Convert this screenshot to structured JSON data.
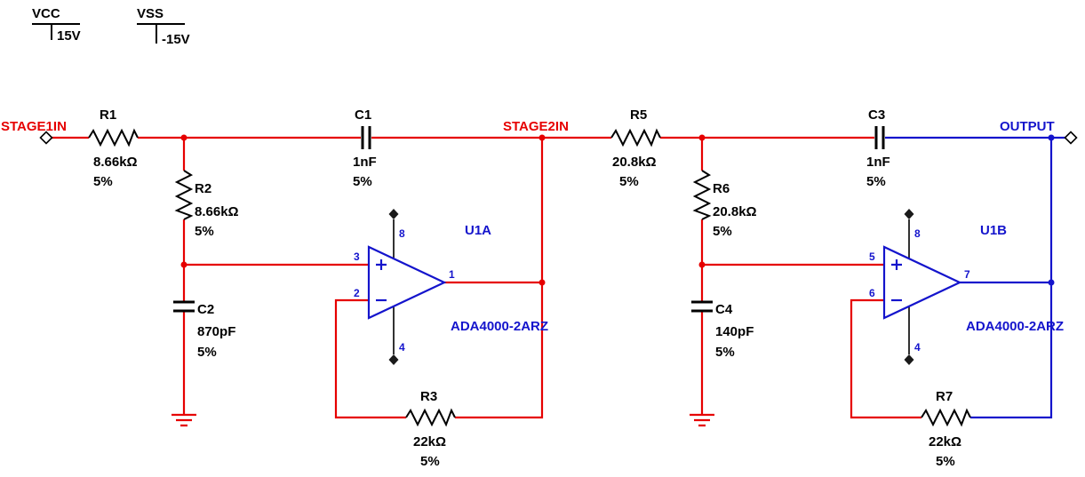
{
  "colors": {
    "wire_red": "#e60000",
    "wire_blue": "#1414cc",
    "symbol_black": "#000000"
  },
  "power_rails": {
    "vcc": {
      "label": "VCC",
      "voltage": "15V"
    },
    "vss": {
      "label": "VSS",
      "voltage": "-15V"
    }
  },
  "nets": {
    "stage1_in": "STAGE1IN",
    "stage2_in": "STAGE2IN",
    "output": "OUTPUT"
  },
  "components": {
    "R1": {
      "ref": "R1",
      "value": "8.66kΩ",
      "tolerance": "5%"
    },
    "R2": {
      "ref": "R2",
      "value": "8.66kΩ",
      "tolerance": "5%"
    },
    "R3": {
      "ref": "R3",
      "value": "22kΩ",
      "tolerance": "5%"
    },
    "R5": {
      "ref": "R5",
      "value": "20.8kΩ",
      "tolerance": "5%"
    },
    "R6": {
      "ref": "R6",
      "value": "20.8kΩ",
      "tolerance": "5%"
    },
    "R7": {
      "ref": "R7",
      "value": "22kΩ",
      "tolerance": "5%"
    },
    "C1": {
      "ref": "C1",
      "value": "1nF",
      "tolerance": "5%"
    },
    "C2": {
      "ref": "C2",
      "value": "870pF",
      "tolerance": "5%"
    },
    "C3": {
      "ref": "C3",
      "value": "1nF",
      "tolerance": "5%"
    },
    "C4": {
      "ref": "C4",
      "value": "140pF",
      "tolerance": "5%"
    },
    "U1A": {
      "ref": "U1A",
      "part": "ADA4000-2ARZ",
      "pin_noninv": "3",
      "pin_inv": "2",
      "pin_out": "1",
      "pin_vplus": "8",
      "pin_vminus": "4"
    },
    "U1B": {
      "ref": "U1B",
      "part": "ADA4000-2ARZ",
      "pin_noninv": "5",
      "pin_inv": "6",
      "pin_out": "7",
      "pin_vplus": "8",
      "pin_vminus": "4"
    }
  }
}
